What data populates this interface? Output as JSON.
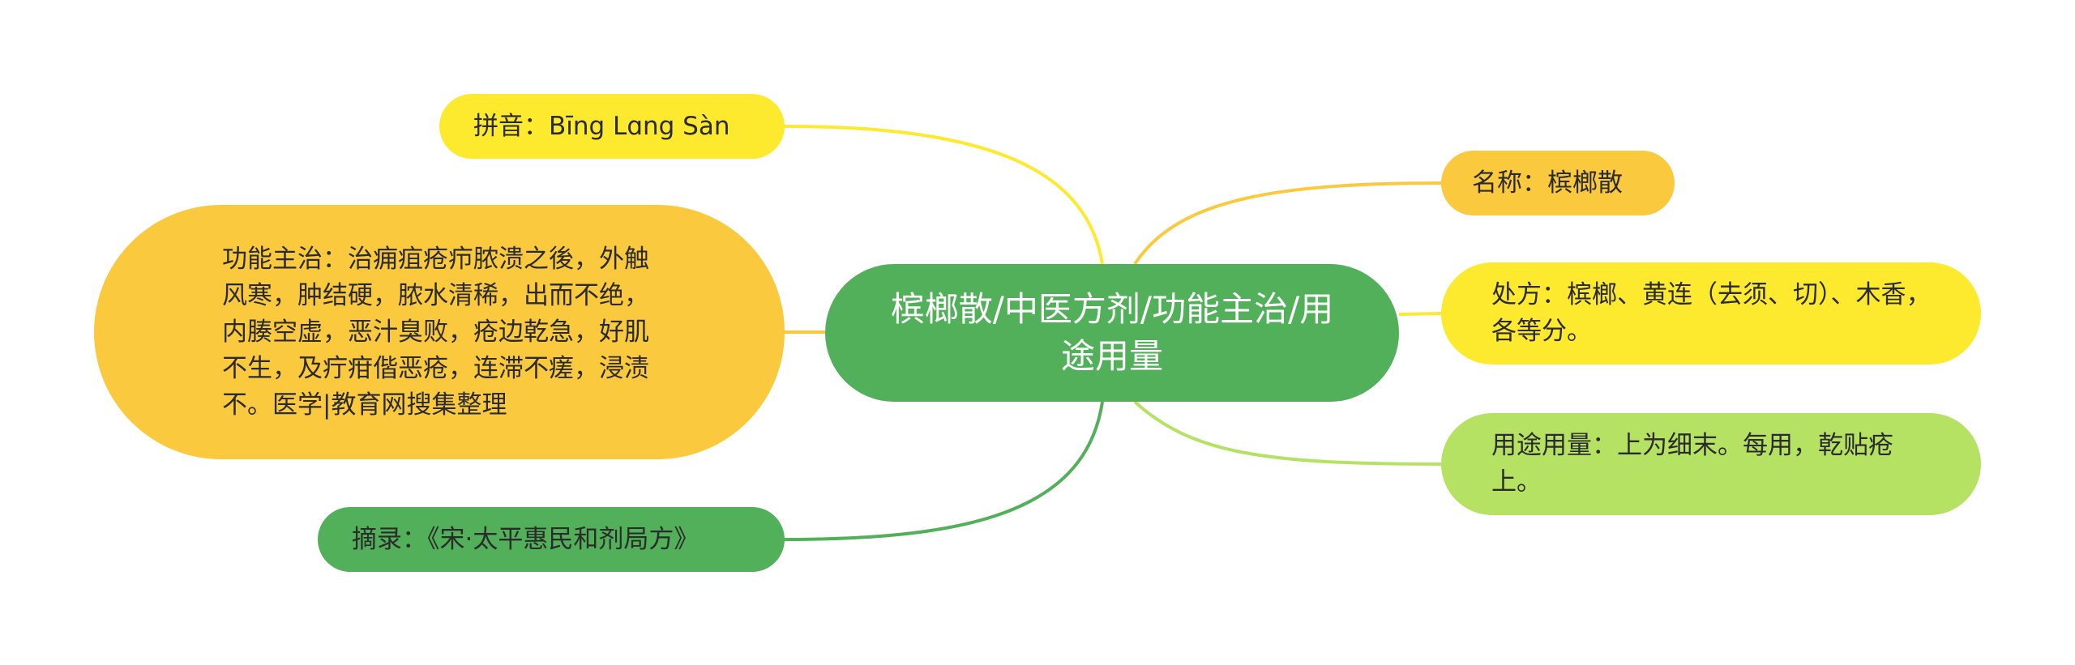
{
  "center": {
    "label": "槟榔散/中医方剂/功能主治/用途用量",
    "color": "#52b05a"
  },
  "branches": [
    {
      "id": "pinyin",
      "side": "left",
      "label": "拼音：Bīng Lɑng Sàn",
      "fill": "#fdea2e",
      "link_color": "#fdea2e"
    },
    {
      "id": "gongneng",
      "side": "left",
      "label": "功能主治：治痈疽疮疖脓溃之後，外触风寒，肿结硬，脓水清稀，出而不绝，内腠空虚，恶汁臭败，疮边乾急，好肌不生，及疔疳偕恶疮，连滞不瘥，浸渍不。医学|教育网搜集整理",
      "fill": "#fbc93d",
      "link_color": "#fbc93d"
    },
    {
      "id": "zhailu",
      "side": "left",
      "label": "摘录：《宋·太平惠民和剂局方》",
      "fill": "#52b05a",
      "link_color": "#52b05a"
    },
    {
      "id": "mingcheng",
      "side": "right",
      "label": "名称：槟榔散",
      "fill": "#fbc93d",
      "link_color": "#fbc93d"
    },
    {
      "id": "chufang",
      "side": "right",
      "label": "处方：槟榔、黄连（去须、切）、木香，各等分。",
      "fill": "#fdea2e",
      "link_color": "#fdea2e"
    },
    {
      "id": "yongtu",
      "side": "right",
      "label": "用途用量：上为细末。每用，乾贴疮上。",
      "fill": "#b6e264",
      "link_color": "#b6e264"
    }
  ]
}
